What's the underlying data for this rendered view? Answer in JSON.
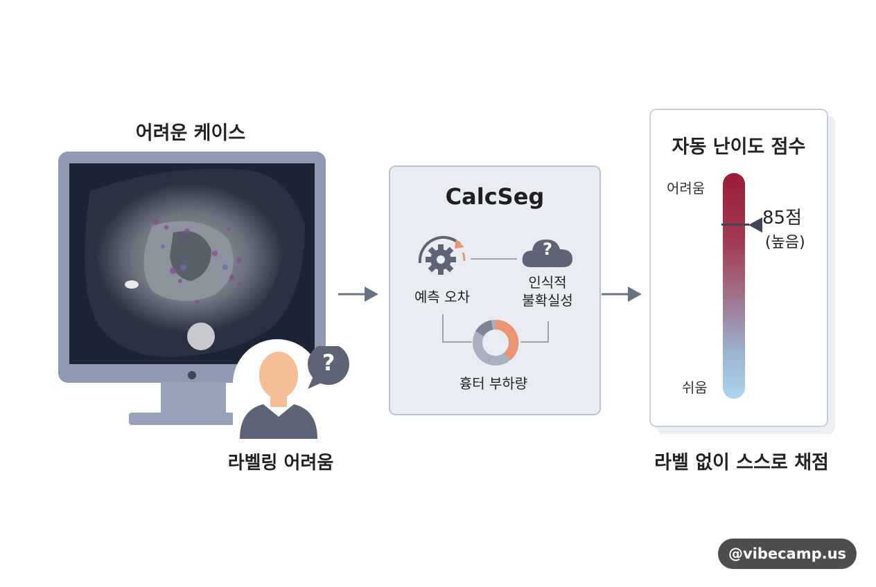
{
  "left": {
    "title": "어려운 케이스",
    "caption": "라벨링 어려움",
    "bubble_mark": "?"
  },
  "center": {
    "title": "CalcSeg",
    "items": {
      "prediction_error": "예측 오차",
      "uncertainty_line1": "인식적",
      "uncertainty_line2": "불확실성",
      "calcium_burden": "흉터 부하량",
      "cloud_mark": "?"
    }
  },
  "right": {
    "title": "자동 난이도 점수",
    "hard_label": "어려움",
    "easy_label": "쉬움",
    "score": "85점",
    "score_level": "(높음)",
    "score_fraction": 0.85,
    "caption": "라벨 없이 스스로 채점"
  },
  "watermark": "@vibecamp.us",
  "colors": {
    "accent_red": "#9b1d36",
    "accent_blue": "#a9d5f0",
    "orange": "#ea9471",
    "slate": "#5d6475",
    "monitor": "#8d9ab2"
  }
}
